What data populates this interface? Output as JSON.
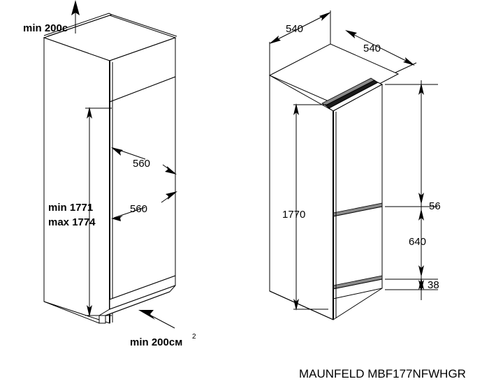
{
  "document": {
    "type": "technical-installation-drawing",
    "model_label": "MAUNFELD MBF177NFWHGR"
  },
  "left_view": {
    "name": "niche-cabinet-installation-view",
    "annotations": {
      "top_clearance": "min 200c",
      "bottom_vent": "min 200см",
      "bottom_vent_superscript": "2",
      "niche_height_min": "min 1771",
      "niche_height_max": "max 1774",
      "niche_width_upper": "560",
      "niche_width_lower": "560"
    }
  },
  "right_view": {
    "name": "appliance-dimensions-view",
    "annotations": {
      "depth_left": "540",
      "depth_right": "540",
      "total_height": "1770",
      "top_gap": "56",
      "freezer_height": "640",
      "plinth_height": "38"
    }
  },
  "colors": {
    "line": "#000000",
    "background": "#ffffff",
    "dark_edge": "#1a1a1a",
    "grey_edge": "#8a8a8a"
  }
}
